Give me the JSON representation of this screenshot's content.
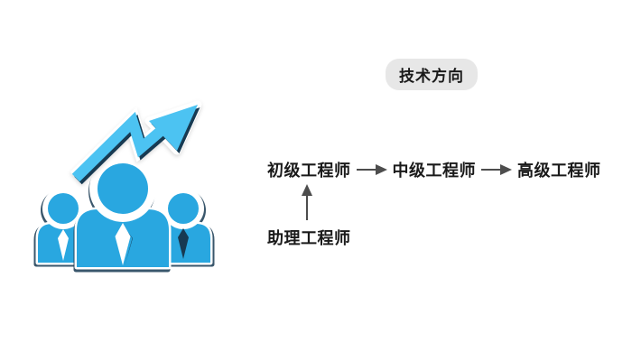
{
  "badge": {
    "label": "技术方向"
  },
  "flow": {
    "levels": [
      {
        "label": "初级工程师"
      },
      {
        "label": "中级工程师"
      },
      {
        "label": "高级工程师"
      }
    ],
    "entry": {
      "label": "助理工程师"
    }
  },
  "colors": {
    "person_blue": "#29a7e0",
    "arrow_blue": "#4cc3f2",
    "dark_edge": "#173a52",
    "flow_arrow_gray": "#4d4d4d",
    "text": "#1a1a1a",
    "badge_bg": "#e7e7e7"
  }
}
